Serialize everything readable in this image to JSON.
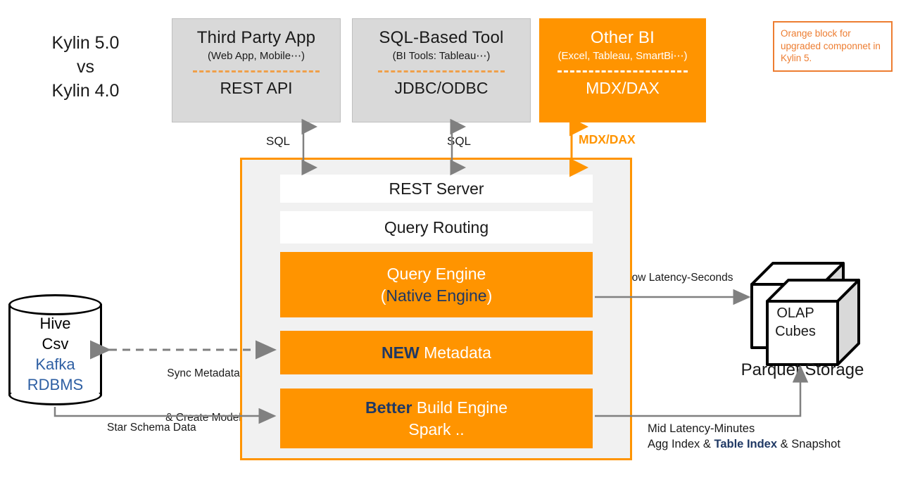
{
  "title": {
    "line1": "Kylin 5.0",
    "line2": "vs",
    "line3": "Kylin 4.0"
  },
  "legend": {
    "text": "Orange block for upgraded componnet in Kylin 5.",
    "border_color": "#ED7D31",
    "text_color": "#ED7D31"
  },
  "clients": [
    {
      "name": "third-party-app",
      "title": "Third Party App",
      "subtitle": "(Web App, Mobile⋯)",
      "api": "REST API",
      "style": "grey"
    },
    {
      "name": "sql-based-tool",
      "title": "SQL-Based Tool",
      "subtitle": "(BI Tools: Tableau⋯)",
      "api": "JDBC/ODBC",
      "style": "grey"
    },
    {
      "name": "other-bi",
      "title": "Other BI",
      "subtitle": "(Excel, Tableau, SmartBi⋯)",
      "api": "MDX/DAX",
      "style": "orange"
    }
  ],
  "connectors": {
    "sql_left": "SQL",
    "sql_middle": "SQL",
    "mdx_dax": "MDX/DAX",
    "sync_metadata_line1": "Sync Metadata",
    "sync_metadata_line2": "& Create Model",
    "star_schema": "Star Schema Data",
    "low_latency": "Low Latency-Seconds",
    "mid_latency_line1": "Mid Latency-Minutes",
    "mid_latency_line2_a": "Agg Index & ",
    "mid_latency_line2_b": "Table Index",
    "mid_latency_line2_c": " & Snapshot"
  },
  "kylin_layers": [
    {
      "name": "rest-server",
      "label": "REST Server",
      "style": "white"
    },
    {
      "name": "query-routing",
      "label": "Query Routing",
      "style": "white"
    },
    {
      "name": "query-engine",
      "line1": "Query Engine",
      "line2_paren_open": "(",
      "line2_highlight": "Native Engine",
      "line2_paren_close": ")",
      "style": "orange"
    },
    {
      "name": "metadata",
      "highlight": "NEW",
      "label": " Metadata",
      "style": "orange"
    },
    {
      "name": "build-engine",
      "highlight": "Better",
      "label": " Build Engine",
      "line2": "Spark ..",
      "style": "orange"
    }
  ],
  "source": {
    "items_black": [
      "Hive",
      "Csv"
    ],
    "items_blue": [
      "Kafka",
      "RDBMS"
    ]
  },
  "storage": {
    "cube_line1": "OLAP",
    "cube_line2": "Cubes",
    "caption": "Parquet Storage"
  },
  "colors": {
    "orange": "#FF9400",
    "legend_orange": "#ED7D31",
    "grey_box": "#D9D9D9",
    "container_bg": "#F1F1F1",
    "navy": "#1F3864",
    "source_blue": "#2E5FA3",
    "arrow_grey": "#808080"
  }
}
